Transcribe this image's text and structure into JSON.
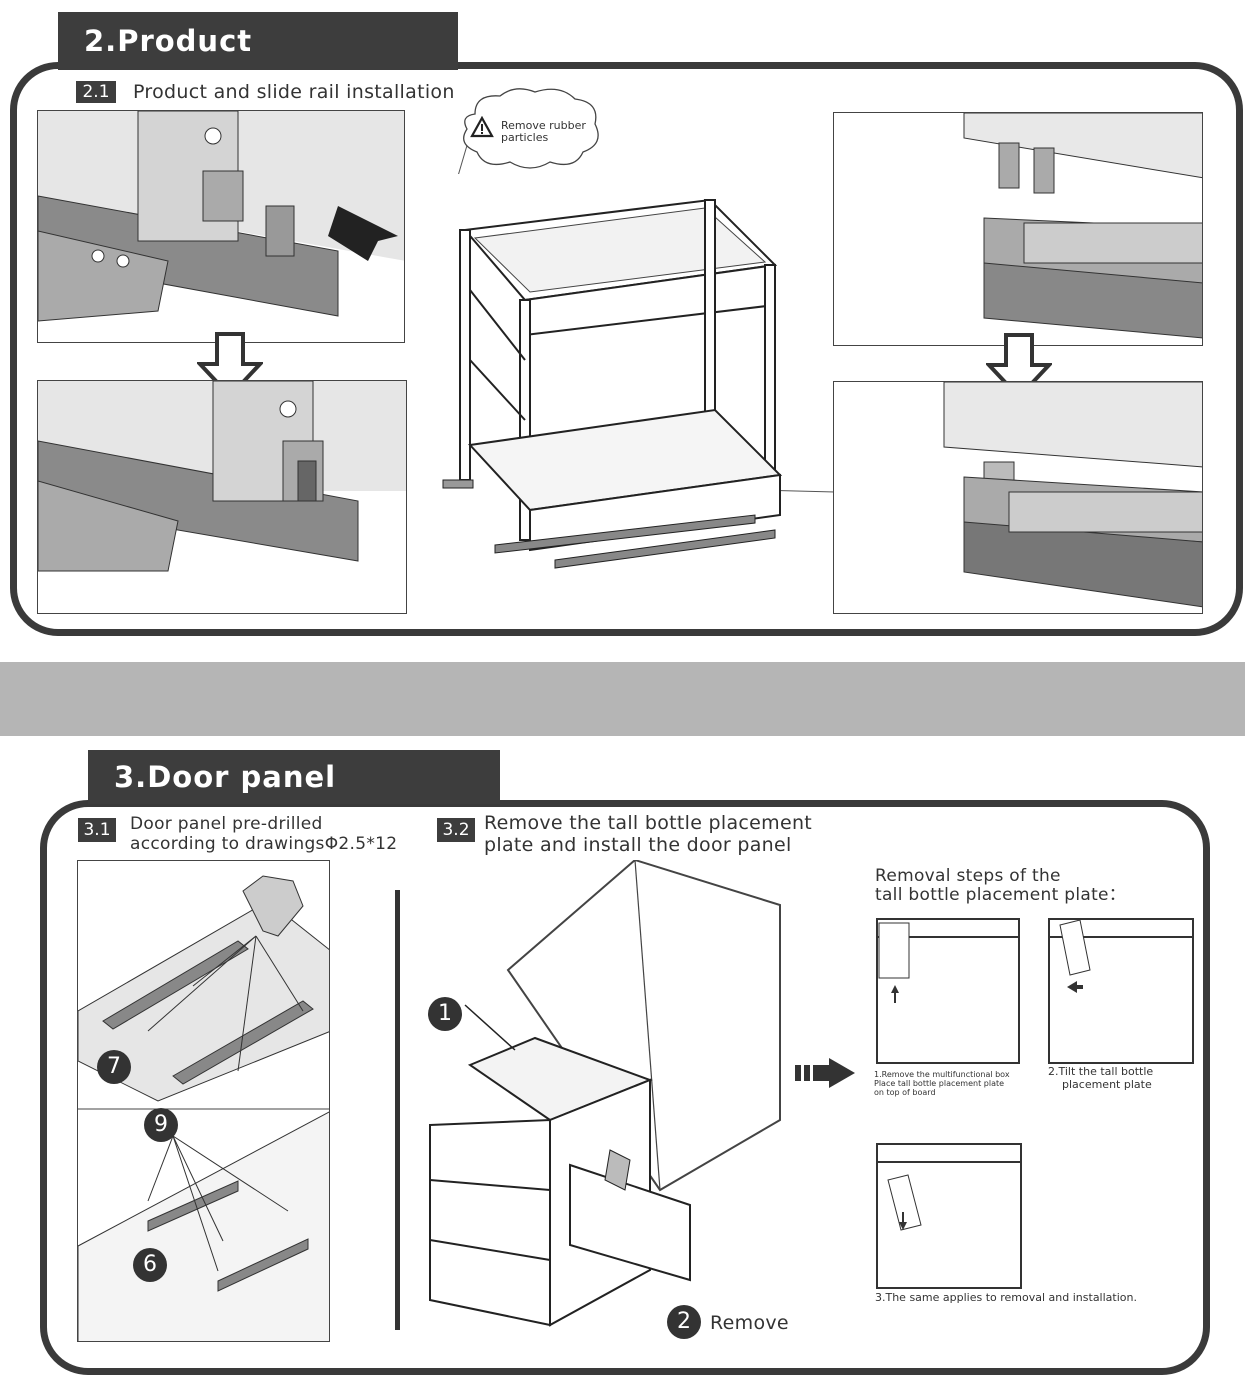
{
  "section2": {
    "title": "2.Product installation",
    "sub1": {
      "badge": "2.1",
      "label": "Product and slide rail installation"
    },
    "callout": {
      "text_line1": "Remove rubber",
      "text_line2": "particles",
      "icon": "warning-triangle-icon"
    }
  },
  "section3": {
    "title": "3.Door panel installation",
    "sub1": {
      "badge": "3.1",
      "line1": "Door panel pre-drilled",
      "line2": "according to drawingsΦ2.5*12"
    },
    "sub2": {
      "badge": "3.2",
      "line1": "Remove the tall bottle placement",
      "line2": "plate and install the door panel"
    },
    "removal_title_line1": "Removal steps of the",
    "removal_title_line2": "tall bottle placement plate：",
    "step1_line1": "1.Remove the multifunctional box",
    "step1_line2": "Place tall bottle placement plate",
    "step1_line3": "on top of board",
    "step2_line1": "2.Tilt the tall bottle",
    "step2_line2": "placement plate",
    "step3": "3.The same applies to removal and installation.",
    "numbers": {
      "n7": "7",
      "n9": "9",
      "n6": "6",
      "n1": "1",
      "n2": "2"
    },
    "remove_label": "Remove"
  },
  "colors": {
    "dark": "#3d3d3d",
    "band": "#b5b5b5",
    "panel_border": "#3a3a3a"
  }
}
